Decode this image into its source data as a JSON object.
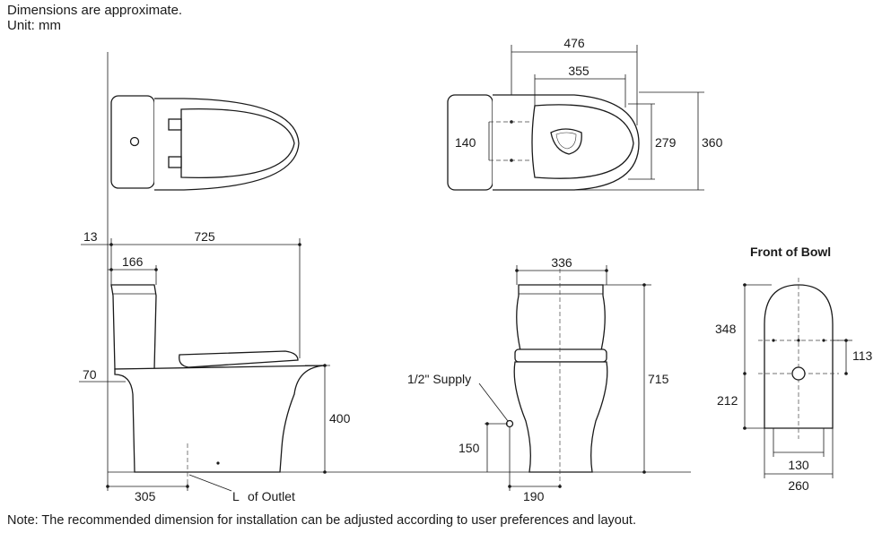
{
  "header": {
    "line1": "Dimensions are approximate.",
    "line2": "Unit: mm"
  },
  "dimensions": {
    "top_width": "476",
    "top_inner_width": "355",
    "top_140": "140",
    "top_279": "279",
    "top_360": "360",
    "side_13": "13",
    "side_725": "725",
    "side_166": "166",
    "side_70": "70",
    "side_400": "400",
    "side_305": "305",
    "front_336": "336",
    "front_715": "715",
    "front_150": "150",
    "front_190": "190",
    "bowl_348": "348",
    "bowl_113": "113",
    "bowl_212": "212",
    "bowl_130": "130",
    "bowl_260": "260"
  },
  "labels": {
    "supply": "1/2\" Supply",
    "outlet": "of Outlet",
    "centerline_symbol": "L",
    "front_of_bowl": "Front of Bowl"
  },
  "note": "Note: The recommended dimension for installation can be adjusted according to user preferences and layout."
}
